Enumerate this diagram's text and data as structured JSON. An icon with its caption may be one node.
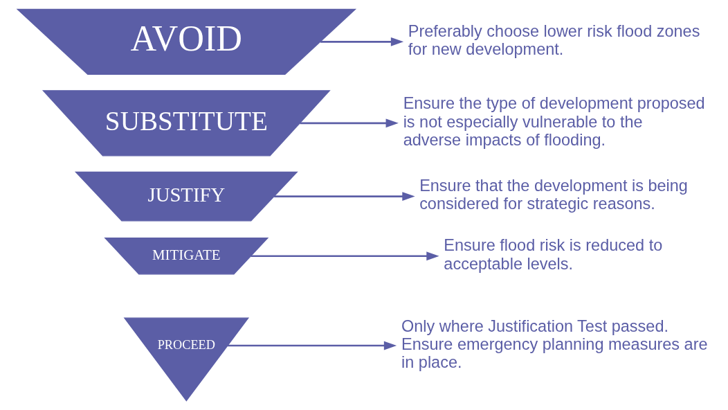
{
  "diagram": {
    "nodes": [
      {
        "text": [
          "AVOID"
        ]
      },
      {
        "text": [
          "SUBSTITUTE"
        ]
      },
      {
        "text": [
          "JUSTIFY"
        ]
      },
      {
        "text": [
          "MITIGATE"
        ]
      },
      {
        "text": [
          "PROCEED"
        ]
      },
      {
        "text": [
          "Preferably choose lower risk flood zones for new development."
        ]
      },
      {
        "text": [
          "Ensure the type of development proposed is not especially vulnerable to the adverse impacts of flooding."
        ]
      },
      {
        "text": [
          "Ensure that the development is being considered for strategic reasons."
        ]
      },
      {
        "text": [
          "Ensure flood risk is reduced to acceptable levels."
        ]
      },
      {
        "text": [
          "Only where Justification Test passed. Ensure emergency planning measures are in place."
        ]
      }
    ],
    "edges": [
      {
        "from": 0,
        "to": 5,
        "arrow": "to"
      },
      {
        "from": 1,
        "to": 6,
        "arrow": "to"
      },
      {
        "from": 2,
        "to": 7,
        "arrow": "to"
      },
      {
        "from": 3,
        "to": 8,
        "arrow": "to"
      },
      {
        "from": 4,
        "to": 9,
        "arrow": "to"
      }
    ]
  }
}
